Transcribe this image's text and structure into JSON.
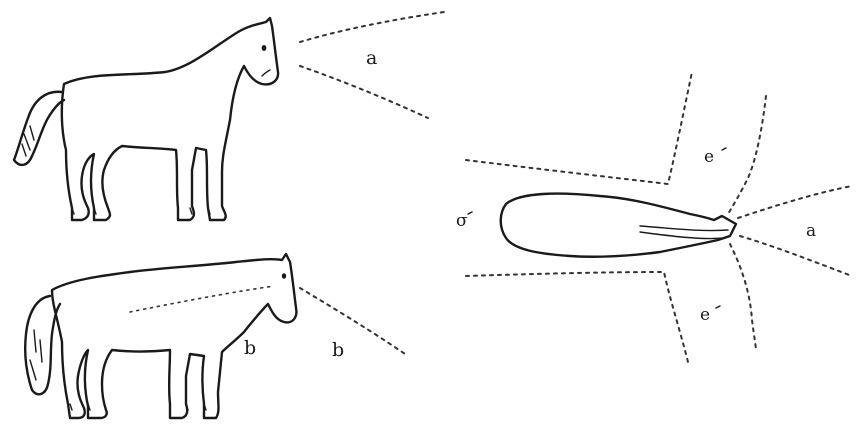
{
  "labels": {
    "field_a": "a",
    "field_b_body": "b",
    "field_b_out": "b",
    "rear_blind": "σ",
    "left_field": "e",
    "right_field": "e",
    "front_field": "a"
  },
  "colors": {
    "ink": "#1a1a1a",
    "paper": "#ffffff"
  }
}
